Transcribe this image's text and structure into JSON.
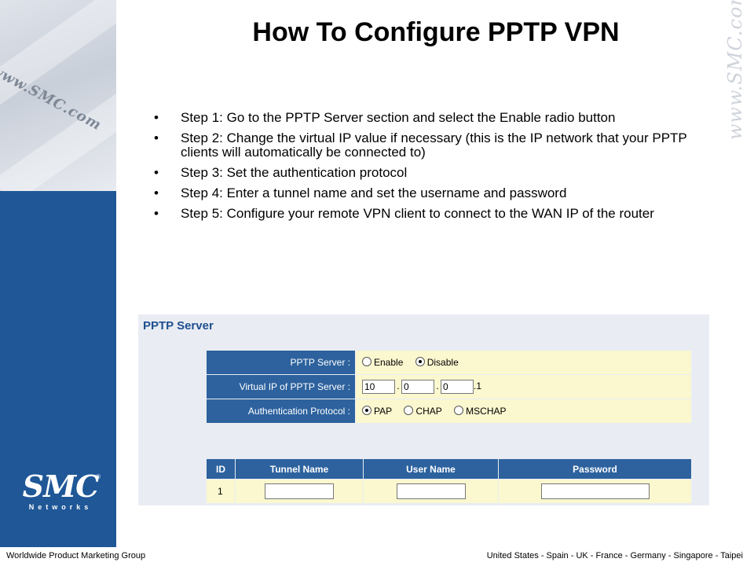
{
  "slide": {
    "title": "How To Configure PPTP VPN",
    "bullet_glyph": "•",
    "steps": [
      "Step 1: Go to the PPTP Server section and select the Enable radio button",
      "Step 2: Change the virtual IP value if necessary (this is the IP network that your PPTP clients will automatically be connected to)",
      "Step 3: Set the authentication protocol",
      "Step 4: Enter a tunnel name and set the username and password",
      "Step 5: Configure your remote VPN client to connect to the WAN IP of the router"
    ]
  },
  "branding": {
    "watermark_url": "www.SMC.com",
    "logo_main": "SMC",
    "logo_sub": "Networks",
    "logo_reg": "®"
  },
  "pptp_panel": {
    "title": "PPTP Server",
    "server_label": "PPTP Server :",
    "server_options": [
      {
        "label": "Enable",
        "selected": false
      },
      {
        "label": "Disable",
        "selected": true
      }
    ],
    "virtual_ip_label": "Virtual IP of PPTP Server :",
    "virtual_ip": {
      "octet1": "10",
      "octet2": "0",
      "octet3": "0",
      "sep": ".",
      "suffix": ".1"
    },
    "auth_label": "Authentication Protocol :",
    "auth_options": [
      {
        "label": "PAP",
        "selected": true
      },
      {
        "label": "CHAP",
        "selected": false
      },
      {
        "label": "MSCHAP",
        "selected": false
      }
    ],
    "tunnel_table": {
      "headers": [
        "ID",
        "Tunnel Name",
        "User Name",
        "Password"
      ],
      "rows": [
        {
          "id": "1",
          "tunnel_name": "",
          "user_name": "",
          "password": ""
        }
      ]
    }
  },
  "footer": {
    "left": "Worldwide Product Marketing Group",
    "right": "United States  - Spain - UK - France - Germany - Singapore - Taipei"
  },
  "colors": {
    "sidebar_blue": "#1f5797",
    "table_header_blue": "#2d629e",
    "field_yellow": "#fbf7cf",
    "panel_bg": "#e9edf3"
  }
}
